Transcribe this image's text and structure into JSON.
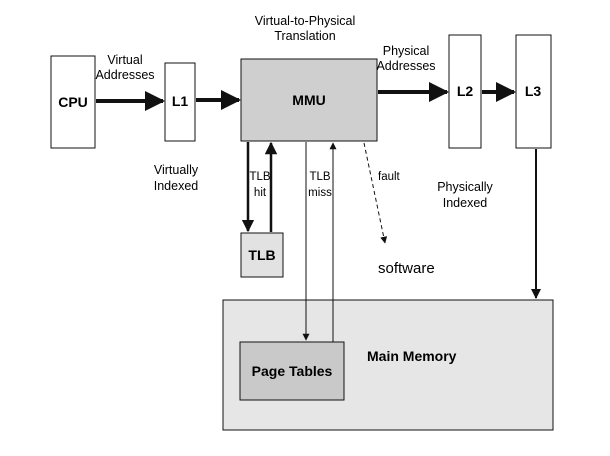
{
  "nodes": {
    "cpu": "CPU",
    "l1": "L1",
    "mmu": "MMU",
    "l2": "L2",
    "l3": "L3",
    "tlb": "TLB",
    "page_tables": "Page Tables",
    "main_memory": "Main Memory"
  },
  "labels": {
    "virtual_addresses": [
      "Virtual",
      "Addresses"
    ],
    "translation": [
      "Virtual-to-Physical",
      "Translation"
    ],
    "physical_addresses": [
      "Physical",
      "Addresses"
    ],
    "virtually_indexed": [
      "Virtually",
      "Indexed"
    ],
    "physically_indexed": [
      "Physically",
      "Indexed"
    ],
    "tlb_hit": [
      "TLB",
      "hit"
    ],
    "tlb_miss": [
      "TLB",
      "miss"
    ],
    "fault": "fault",
    "software": "software"
  },
  "colors": {
    "box_white": "#ffffff",
    "mmu_fill": "#cfcfcf",
    "tlb_fill": "#e2e2e2",
    "memory_fill": "#e6e6e6",
    "page_tables_fill": "#c9c9c9",
    "stroke": "#111111"
  }
}
